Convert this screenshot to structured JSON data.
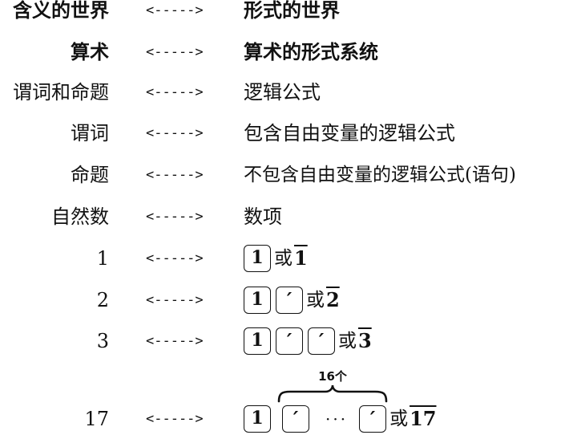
{
  "rows": [
    {
      "left": "含义的世界",
      "arrow": "<----->",
      "right": "形式的世界"
    },
    {
      "left": "算术",
      "arrow": "<----->",
      "right": "算术的形式系统"
    },
    {
      "left": "谓词和命题",
      "arrow": "<----->",
      "right": "逻辑公式"
    },
    {
      "left": "谓词",
      "arrow": "<----->",
      "right": "包含自由变量的逻辑公式"
    },
    {
      "left": "命题",
      "arrow": "<----->",
      "right": "不包含自由变量的逻辑公式(语句)"
    },
    {
      "left": "自然数",
      "arrow": "<----->",
      "right": "数项"
    },
    {
      "left": "1",
      "arrow": "<----->",
      "tiles": [
        "1"
      ],
      "or": "或",
      "numeral": "1"
    },
    {
      "left": "2",
      "arrow": "<----->",
      "tiles": [
        "1",
        "′"
      ],
      "or": "或",
      "numeral": "2"
    },
    {
      "left": "3",
      "arrow": "<----->",
      "tiles": [
        "1",
        "′",
        "′"
      ],
      "or": "或",
      "numeral": "3"
    },
    {
      "left": "17",
      "arrow": "<----->",
      "tiles": [
        "1",
        "′",
        "′"
      ],
      "dots": "···",
      "or": "或",
      "numeral": "17",
      "brace_label": "16个"
    }
  ]
}
